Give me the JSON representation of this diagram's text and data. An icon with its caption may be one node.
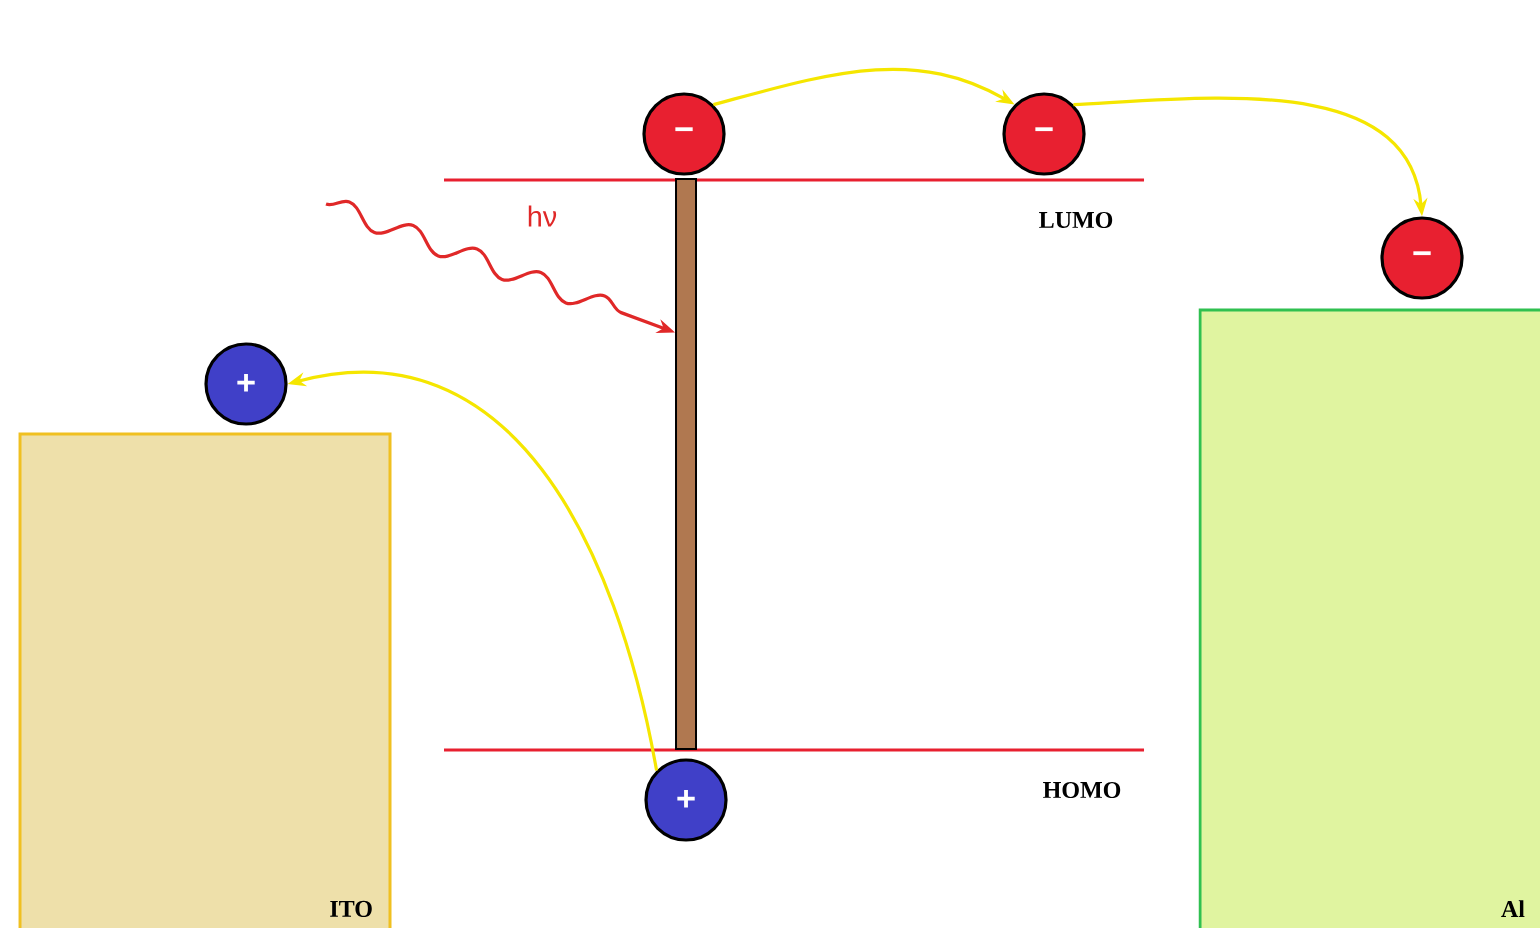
{
  "diagram": {
    "nodes": [
      {
        "text": [
          "ITO"
        ]
      },
      {
        "text": [
          "Al"
        ]
      },
      {
        "text": [
          "+"
        ]
      },
      {
        "text": [
          "−"
        ]
      },
      {
        "text": [
          "−"
        ]
      },
      {
        "text": [
          "−"
        ]
      },
      {
        "text": [
          "+"
        ]
      },
      {
        "text": [],
        "shape": "bar"
      }
    ],
    "edges": [
      {
        "from": 3,
        "to": 4,
        "arrow": "to"
      },
      {
        "from": 4,
        "to": 5,
        "arrow": "to"
      },
      {
        "from": 6,
        "to": 2,
        "arrow": "to"
      },
      {
        "from": null,
        "to": 7,
        "arrow": "to",
        "label": "hν",
        "color": "#e02828"
      }
    ],
    "labels": [
      "LUMO",
      "HOMO"
    ]
  }
}
